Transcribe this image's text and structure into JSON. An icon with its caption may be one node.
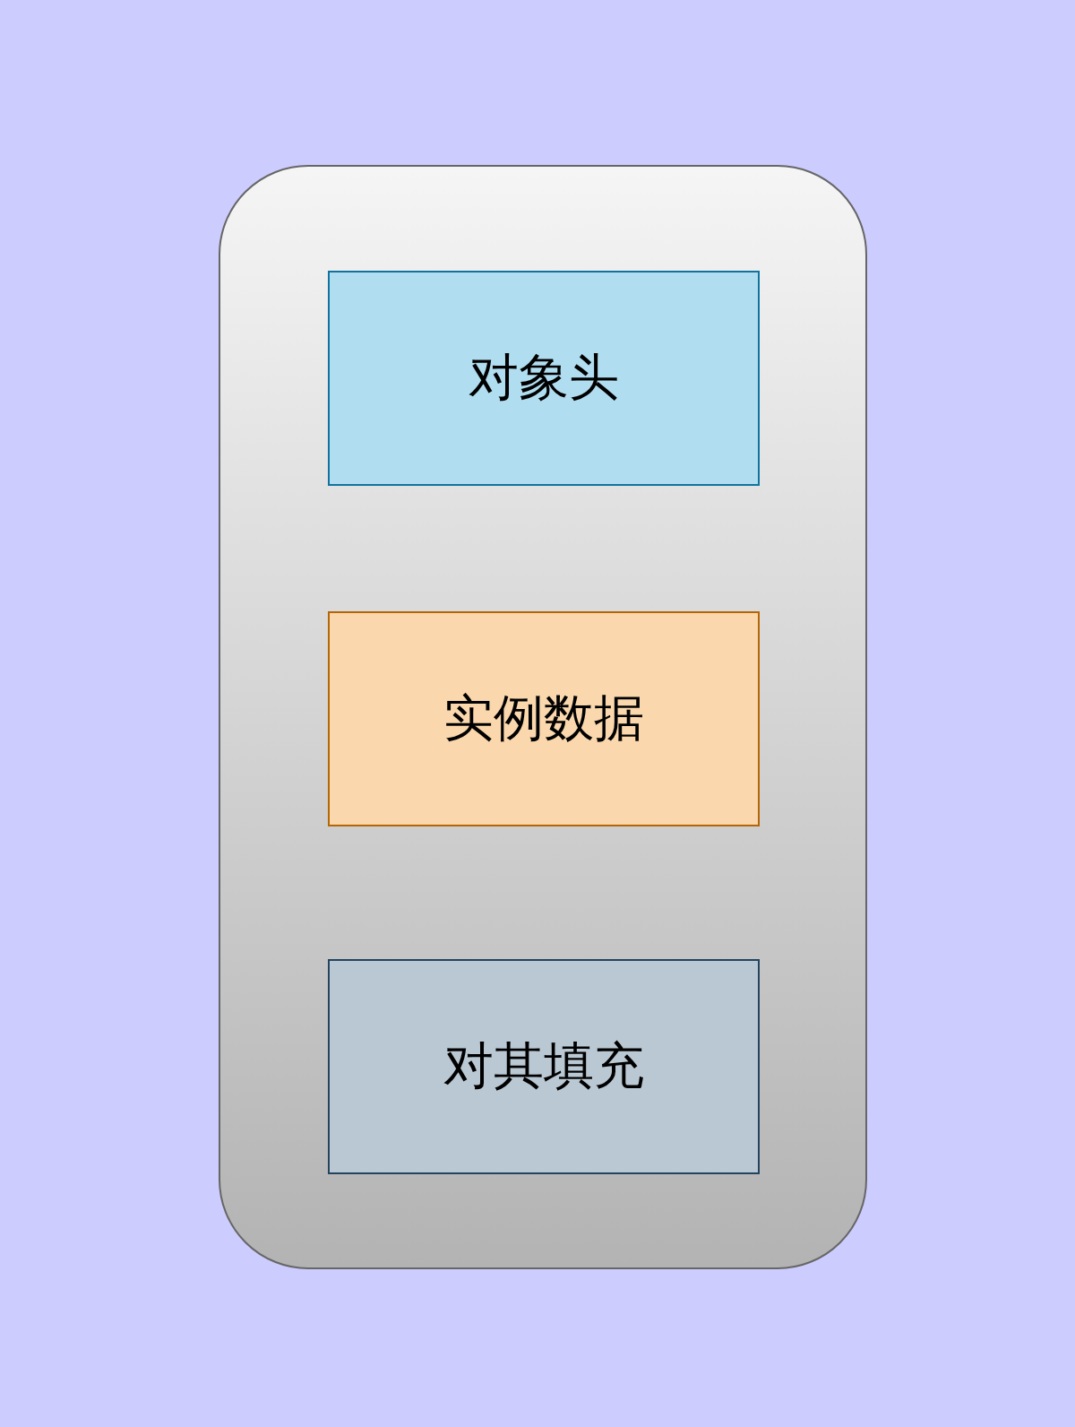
{
  "diagram": {
    "nodes": [
      {
        "text": [],
        "shape": "box"
      },
      {
        "text": [
          "对象头"
        ],
        "in": 0
      },
      {
        "text": [
          "实例数据"
        ],
        "in": 0
      },
      {
        "text": [
          "对其填充"
        ],
        "in": 0
      }
    ]
  }
}
